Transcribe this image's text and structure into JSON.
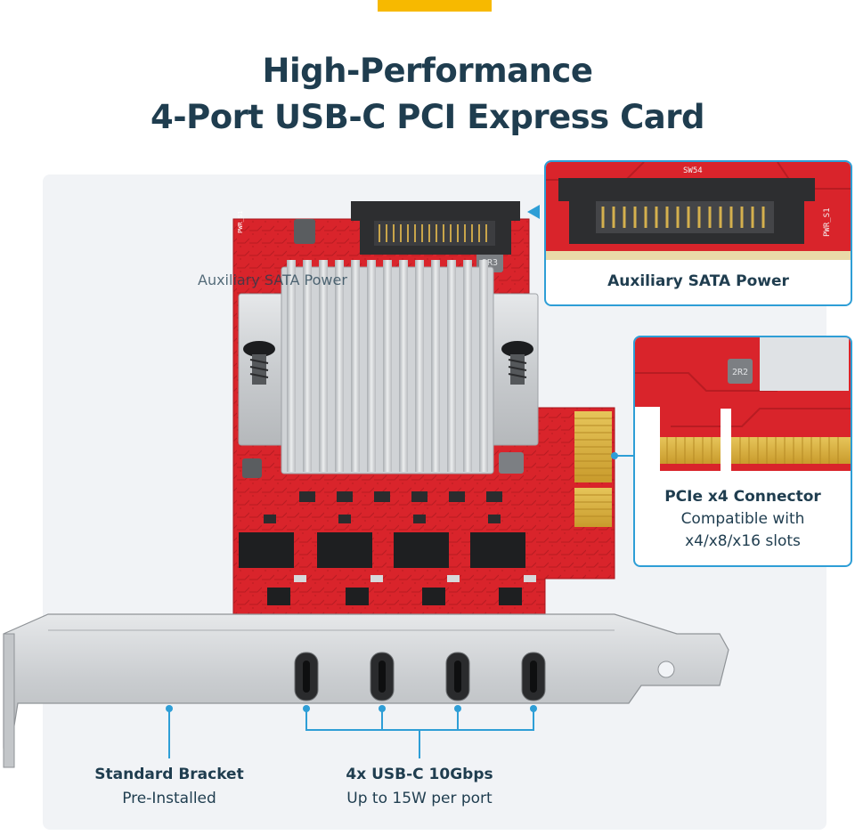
{
  "header": {
    "title_line1": "High-Performance",
    "title_line2": "4-Port USB-C PCI Express Card"
  },
  "colors": {
    "accent": "#f7b900",
    "title": "#1f3d4f",
    "callout_border": "#2e9ed6",
    "pcb_red": "#d9242b",
    "panel_bg": "#f1f3f6"
  },
  "ghost_label": "Auxiliary SATA Power",
  "callouts": {
    "sata": {
      "title": "Auxiliary SATA Power",
      "silk_1": "SW54",
      "silk_2": "PWR_S1"
    },
    "pcie": {
      "title": "PCIe x4 Connector",
      "line2": "Compatible with",
      "line3": "x4/x8/x16 slots",
      "silk": "2R2"
    }
  },
  "card": {
    "silk_3r3": "3R3",
    "silk_pwr": "PWR_S1"
  },
  "bottom": {
    "bracket": {
      "title": "Standard Bracket",
      "subtitle": "Pre-Installed"
    },
    "usb": {
      "title": "4x USB-C 10Gbps",
      "subtitle": "Up to 15W per port"
    }
  }
}
